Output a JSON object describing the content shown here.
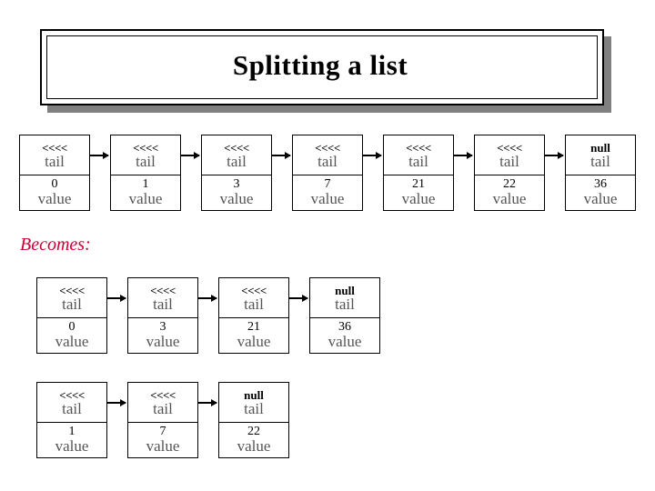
{
  "slide": {
    "title": "Splitting a list",
    "becomes_label": "Becomes:"
  },
  "labels": {
    "tail": "tail",
    "value": "value",
    "ptr": "<<<<",
    "null_ptr": "null"
  },
  "colors": {
    "accent_red": "#cc0033",
    "label_gray": "#555555",
    "border": "#000000",
    "shadow": "#808080"
  },
  "original_list": {
    "nodes": [
      {
        "ptr": "<<<<",
        "tail": "tail",
        "value": "0",
        "value_label": "value"
      },
      {
        "ptr": "<<<<",
        "tail": "tail",
        "value": "1",
        "value_label": "value"
      },
      {
        "ptr": "<<<<",
        "tail": "tail",
        "value": "3",
        "value_label": "value"
      },
      {
        "ptr": "<<<<",
        "tail": "tail",
        "value": "7",
        "value_label": "value"
      },
      {
        "ptr": "<<<<",
        "tail": "tail",
        "value": "21",
        "value_label": "value"
      },
      {
        "ptr": "<<<<",
        "tail": "tail",
        "value": "22",
        "value_label": "value"
      },
      {
        "ptr": "null",
        "tail": "tail",
        "value": "36",
        "value_label": "value"
      }
    ]
  },
  "split_list_1": {
    "nodes": [
      {
        "ptr": "<<<<",
        "tail": "tail",
        "value": "0",
        "value_label": "value"
      },
      {
        "ptr": "<<<<",
        "tail": "tail",
        "value": "3",
        "value_label": "value"
      },
      {
        "ptr": "<<<<",
        "tail": "tail",
        "value": "21",
        "value_label": "value"
      },
      {
        "ptr": "null",
        "tail": "tail",
        "value": "36",
        "value_label": "value"
      }
    ]
  },
  "split_list_2": {
    "nodes": [
      {
        "ptr": "<<<<",
        "tail": "tail",
        "value": "1",
        "value_label": "value"
      },
      {
        "ptr": "<<<<",
        "tail": "tail",
        "value": "7",
        "value_label": "value"
      },
      {
        "ptr": "null",
        "tail": "tail",
        "value": "22",
        "value_label": "value"
      }
    ]
  }
}
